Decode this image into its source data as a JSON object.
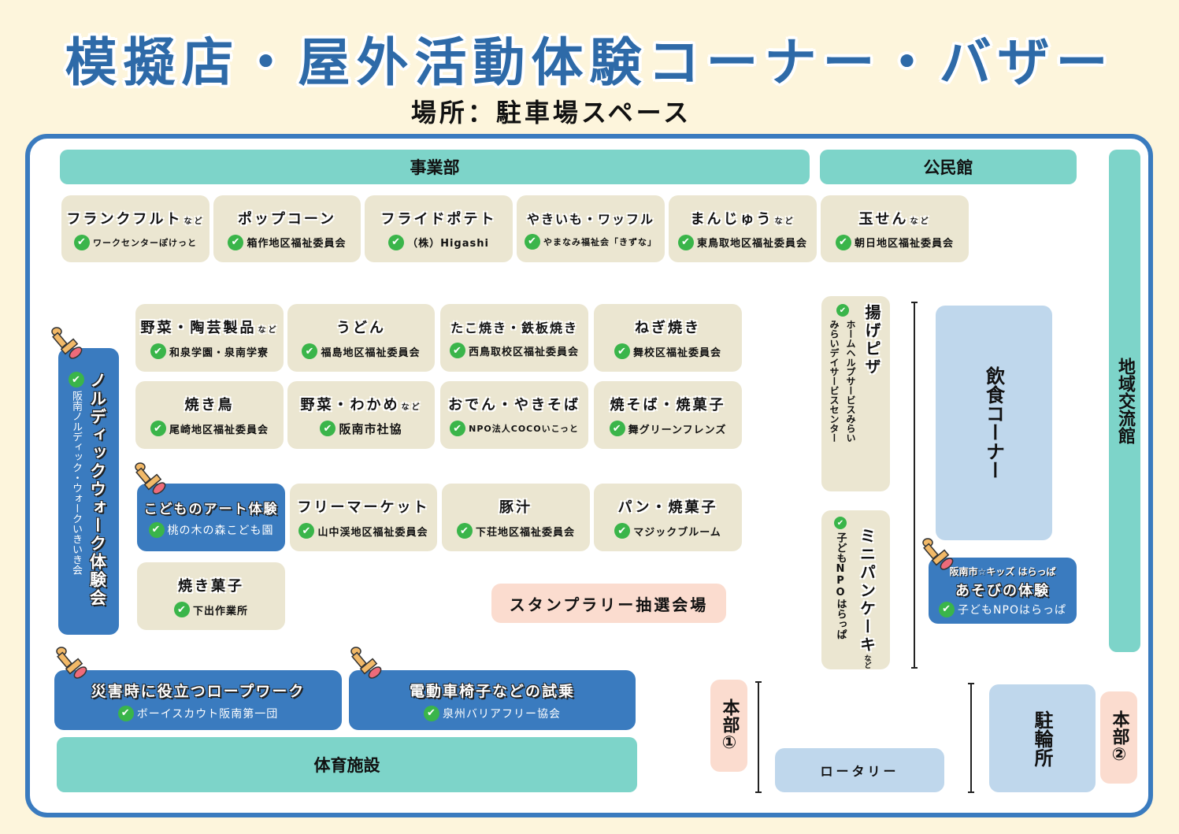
{
  "header": {
    "title": "模擬店・屋外活動体験コーナー・バザー",
    "subtitle": "場所：駐車場スペース"
  },
  "zones": {
    "jigyobu": "事業部",
    "kominkan": "公民館",
    "chiiki_koryukan": "地域交流館",
    "taiiku_shisetsu": "体育施設",
    "inshoku_corner": "飲食コーナー",
    "rotary": "ロータリー",
    "churinjo": "駐輪所",
    "honbu1": "本部①",
    "honbu2": "本部②",
    "stamp_rally": "スタンプラリー抽選会場"
  },
  "nado": "など",
  "top_row": [
    {
      "name": "フランクフルト",
      "nado": true,
      "org": "ワークセンターぽけっと"
    },
    {
      "name": "ポップコーン",
      "nado": false,
      "org": "箱作地区福祉委員会"
    },
    {
      "name": "フライドポテト",
      "nado": false,
      "org": "（株）Higashi"
    },
    {
      "name": "やきいも・ワッフル",
      "nado": false,
      "org": "やまなみ福祉会「きずな」"
    },
    {
      "name": "まんじゅう",
      "nado": true,
      "org": "東鳥取地区福祉委員会"
    },
    {
      "name": "玉せん",
      "nado": true,
      "org": "朝日地区福祉委員会"
    }
  ],
  "grid": [
    {
      "name": "野菜・陶芸製品",
      "nado": true,
      "org": "和泉学園・泉南学寮"
    },
    {
      "name": "うどん",
      "nado": false,
      "org": "福島地区福祉委員会"
    },
    {
      "name": "たこ焼き・鉄板焼き",
      "nado": false,
      "org": "西鳥取校区福祉委員会"
    },
    {
      "name": "ねぎ焼き",
      "nado": false,
      "org": "舞校区福祉委員会"
    },
    {
      "name": "焼き鳥",
      "nado": false,
      "org": "尾崎地区福祉委員会"
    },
    {
      "name": "野菜・わかめ",
      "nado": true,
      "org": "阪南市社協"
    },
    {
      "name": "おでん・やきそば",
      "nado": false,
      "org": "NPO法人COCOいこっと"
    },
    {
      "name": "焼そば・焼菓子",
      "nado": false,
      "org": "舞グリーンフレンズ"
    },
    {
      "name": "フリーマーケット",
      "nado": false,
      "org": "山中渓地区福祉委員会"
    },
    {
      "name": "豚汁",
      "nado": false,
      "org": "下荘地区福祉委員会"
    },
    {
      "name": "パン・焼菓子",
      "nado": false,
      "org": "マジックブルーム"
    },
    {
      "name": "焼き菓子",
      "nado": false,
      "org": "下出作業所"
    }
  ],
  "vertical_booths": [
    {
      "name": "揚げピザ",
      "org_lines": [
        "ホームヘルプサービスみらい",
        "みらいデイサービスセンター"
      ]
    },
    {
      "name": "ミニパンケーキ",
      "nado": true,
      "org_lines": [
        "子どもNPOはらっぱ"
      ]
    }
  ],
  "experiences": {
    "nordic": {
      "name": "ノルディックウォーク体験会",
      "org": "阪南ノルディック・ウォークいきいき会"
    },
    "art": {
      "name": "こどものアート体験",
      "org": "桃の木の森こども園"
    },
    "asobi": {
      "pre": "阪南市☆キッズ はらっぱ",
      "name": "あそびの体験",
      "org": "子どもNPOはらっぱ"
    },
    "rope": {
      "name": "災害時に役立つロープワーク",
      "org": "ボーイスカウト阪南第一団"
    },
    "wheelchair": {
      "name": "電動車椅子などの試乗",
      "org": "泉州バリアフリー協会"
    }
  },
  "icons": {
    "check": "✔"
  },
  "colors": {
    "title": "#2e6aa8",
    "frame": "#3a7bbf",
    "teal": "#7dd4c9",
    "booth": "#ebe6d1",
    "experience": "#3a7bbf",
    "peach": "#fbdccf",
    "lightblue": "#bfd7ec",
    "check": "#3ab54a"
  }
}
